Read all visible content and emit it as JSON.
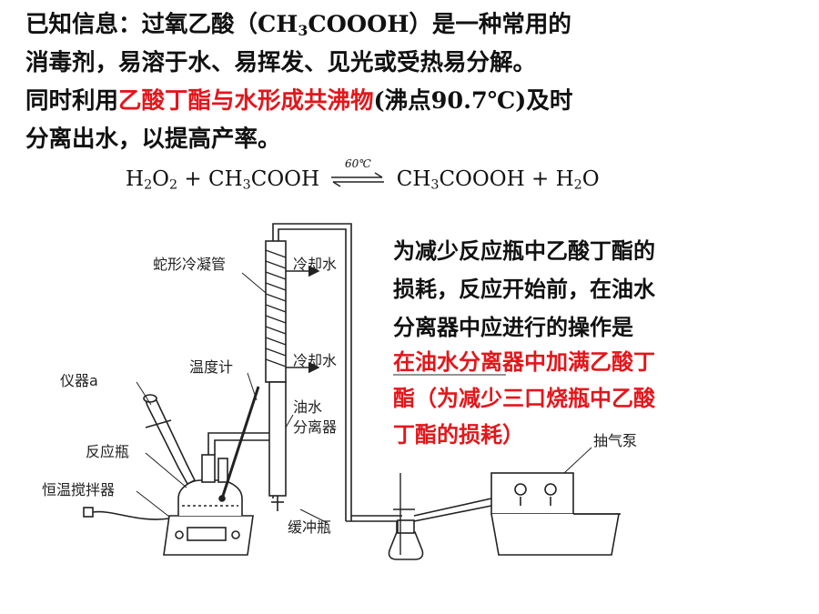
{
  "intro": {
    "line1_pre": "已知信息：过氧乙酸（CH",
    "line1_sub": "3",
    "line1_post": "COOOH）是一种常用的",
    "line2": "消毒剂，易溶于水、易挥发、见光或受热易分解。",
    "line3_pre": "同时利用",
    "line3_red": "乙酸丁酯与水形成共沸物",
    "line3_post": "(沸点90.7℃)及时",
    "line4": "分离出水，以提高产率。"
  },
  "equation": {
    "h2o2": "H",
    "h2o2_sub1": "2",
    "h2o2_mid": "O",
    "h2o2_sub2": "2",
    "plus1": " + CH",
    "acid_sub": "3",
    "acid_post": "COOH",
    "condition": "60℃",
    "prod_pre": "CH",
    "prod_sub": "3",
    "prod_post": "COOOH + H",
    "water_sub": "2",
    "water_post": "O"
  },
  "labels": {
    "condenser": "蛇形冷凝管",
    "cool_water_out": "冷却水",
    "cool_water_in": "冷却水",
    "thermometer": "温度计",
    "instrument_a": "仪器a",
    "separator_1": "油水",
    "separator_2": "分离器",
    "flask": "反应瓶",
    "stirrer": "恒温搅拌器",
    "buffer": "缓冲瓶",
    "pump": "抽气泵"
  },
  "question": {
    "q1": "为减少反应瓶中乙酸丁酯的",
    "q2": "损耗，反应开始前，在油水",
    "q3": "分离器中应进行的操作是",
    "a1": "在油水分离器中加满乙酸丁",
    "a2": "酯（为减少三口烧瓶中乙酸",
    "a3": "丁酯的损耗）"
  },
  "colors": {
    "answer": "#e3161b",
    "text": "#111111"
  }
}
